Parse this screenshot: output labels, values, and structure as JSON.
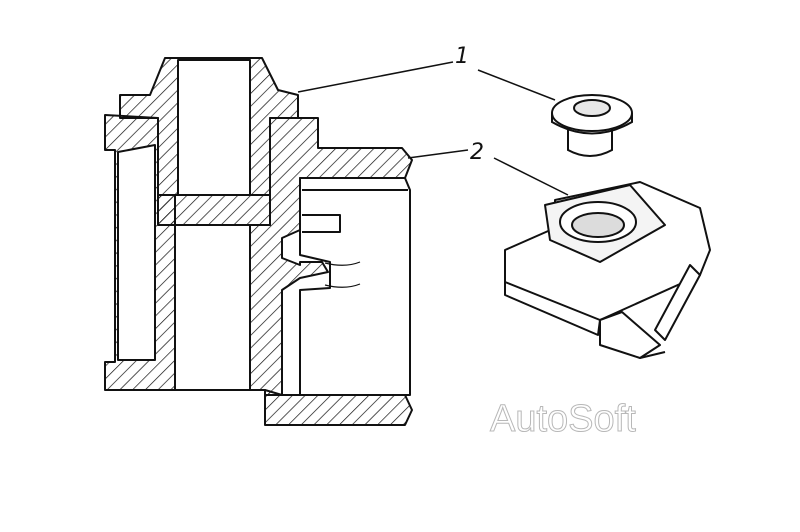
{
  "callouts": [
    {
      "label": "1"
    },
    {
      "label": "2"
    }
  ],
  "watermark": {
    "text": "AutoSoft"
  },
  "colors": {
    "ink": "#111111",
    "background": "#ffffff",
    "watermark_outline": "#b8b8b8"
  }
}
